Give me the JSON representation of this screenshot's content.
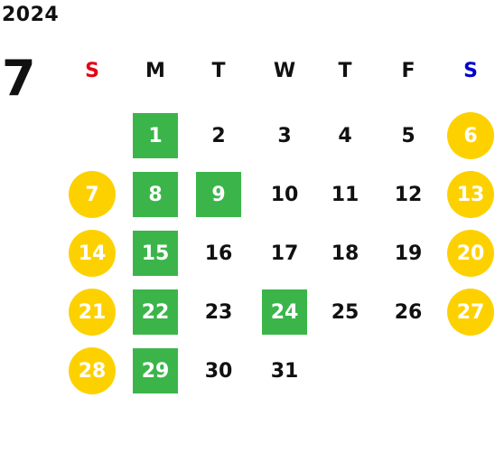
{
  "calendar": {
    "year": "2024",
    "month": "7",
    "weekdays": [
      "S",
      "M",
      "T",
      "W",
      "T",
      "F",
      "S"
    ],
    "weekday_colors": [
      "#e60012",
      "#111111",
      "#111111",
      "#111111",
      "#111111",
      "#111111",
      "#0000cc"
    ],
    "colors": {
      "green_mark": "#3bb54a",
      "yellow_mark": "#fdd100"
    },
    "weeks": [
      [
        null,
        {
          "d": "1",
          "mark": "green"
        },
        {
          "d": "2",
          "mark": ""
        },
        {
          "d": "3",
          "mark": ""
        },
        {
          "d": "4",
          "mark": ""
        },
        {
          "d": "5",
          "mark": ""
        },
        {
          "d": "6",
          "mark": "yellow"
        }
      ],
      [
        {
          "d": "7",
          "mark": "yellow"
        },
        {
          "d": "8",
          "mark": "green"
        },
        {
          "d": "9",
          "mark": "green"
        },
        {
          "d": "10",
          "mark": ""
        },
        {
          "d": "11",
          "mark": ""
        },
        {
          "d": "12",
          "mark": ""
        },
        {
          "d": "13",
          "mark": "yellow"
        }
      ],
      [
        {
          "d": "14",
          "mark": "yellow"
        },
        {
          "d": "15",
          "mark": "green"
        },
        {
          "d": "16",
          "mark": ""
        },
        {
          "d": "17",
          "mark": ""
        },
        {
          "d": "18",
          "mark": ""
        },
        {
          "d": "19",
          "mark": ""
        },
        {
          "d": "20",
          "mark": "yellow"
        }
      ],
      [
        {
          "d": "21",
          "mark": "yellow"
        },
        {
          "d": "22",
          "mark": "green"
        },
        {
          "d": "23",
          "mark": ""
        },
        {
          "d": "24",
          "mark": "green"
        },
        {
          "d": "25",
          "mark": ""
        },
        {
          "d": "26",
          "mark": ""
        },
        {
          "d": "27",
          "mark": "yellow"
        }
      ],
      [
        {
          "d": "28",
          "mark": "yellow"
        },
        {
          "d": "29",
          "mark": "green"
        },
        {
          "d": "30",
          "mark": ""
        },
        {
          "d": "31",
          "mark": ""
        },
        null,
        null,
        null
      ]
    ]
  }
}
